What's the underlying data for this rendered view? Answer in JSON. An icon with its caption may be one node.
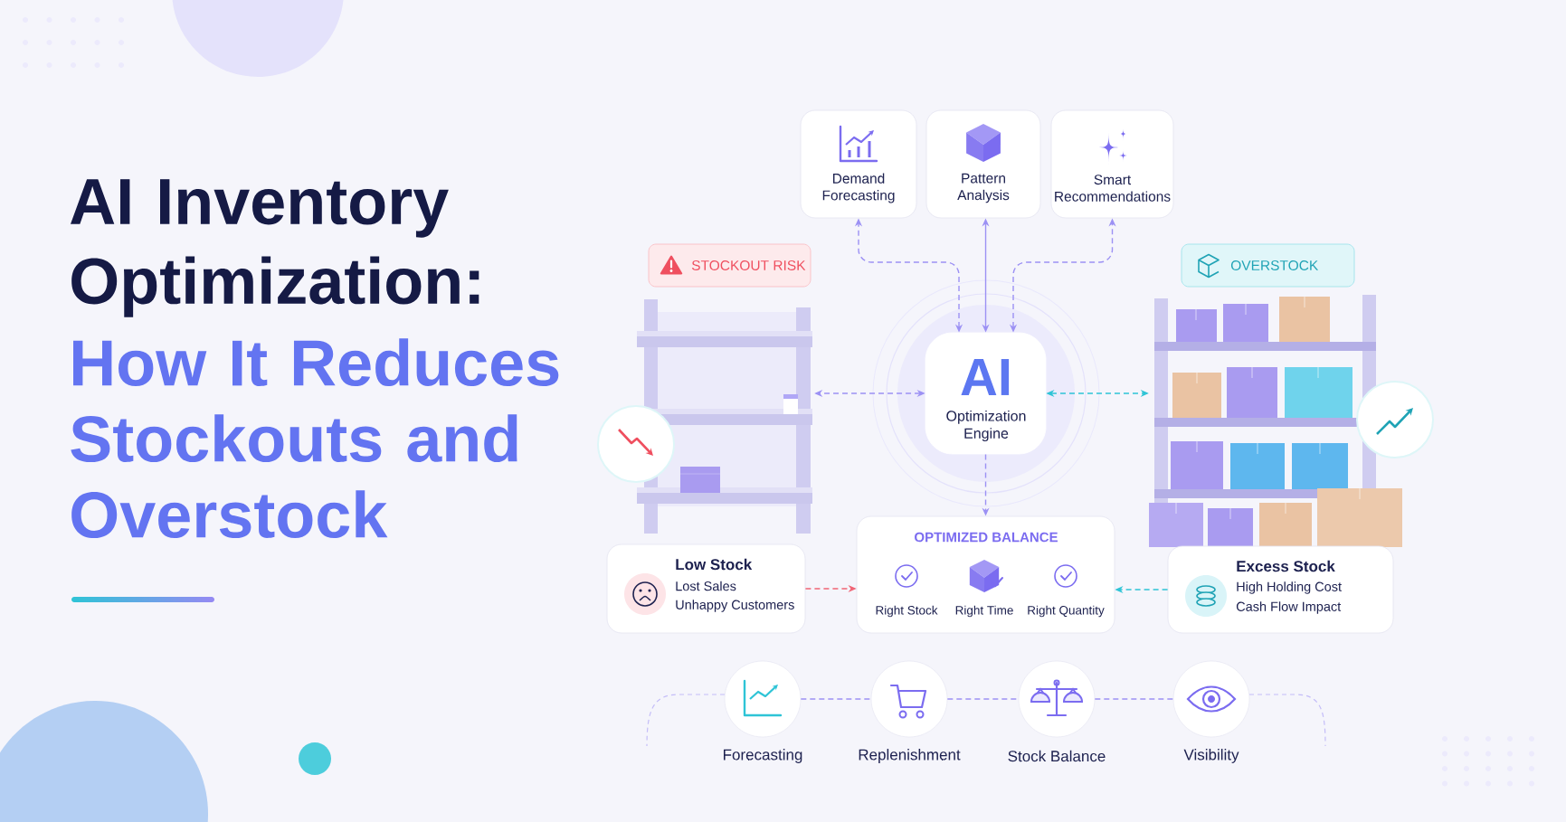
{
  "diagram": {
    "title": "AI Inventory Optimization:",
    "nodes": [
      {
        "text": [
          "Demand Forecasting"
        ]
      },
      {
        "text": [
          "Pattern Analysis"
        ]
      },
      {
        "text": [
          "Smart Recommendations"
        ]
      },
      {
        "text": [
          "AI",
          "Optimization Engine"
        ]
      },
      {
        "text": [
          "STOCKOUT RISK"
        ]
      },
      {
        "text": [
          "OVERSTOCK"
        ]
      },
      {
        "text": [],
        "shape": "picture"
      },
      {
        "text": [],
        "shape": "picture"
      },
      {
        "text": [
          "Low Stock",
          "Lost Sales",
          "Unhappy Customers"
        ]
      },
      {
        "text": [
          "OPTIMIZED BALANCE",
          "Right Stock",
          "Right Time",
          "Right Quantity"
        ]
      },
      {
        "text": [
          "Excess Stock",
          "High Holding Cost",
          "Cash Flow Impact"
        ]
      },
      {
        "text": [
          "Forecasting"
        ]
      },
      {
        "text": [
          "Replenishment"
        ]
      },
      {
        "text": [
          "Stock Balance"
        ]
      },
      {
        "text": [
          "Visibility"
        ]
      }
    ],
    "edges": [
      {
        "from": 3,
        "to": 0,
        "arrow": "both",
        "style": "dashed"
      },
      {
        "from": 3,
        "to": 1,
        "arrow": "both"
      },
      {
        "from": 3,
        "to": 2,
        "arrow": "both",
        "style": "dashed"
      },
      {
        "from": 3,
        "to": 6,
        "arrow": "both",
        "style": "dashed"
      },
      {
        "from": 3,
        "to": 7,
        "arrow": "both",
        "style": "dashed",
        "color": "#2ec4d6"
      },
      {
        "from": 3,
        "to": 9,
        "arrow": "to",
        "style": "dashed"
      },
      {
        "from": 8,
        "to": 9,
        "arrow": "to",
        "style": "dashed",
        "color": "#f06474"
      },
      {
        "from": 10,
        "to": 9,
        "arrow": "to",
        "style": "dashed",
        "color": "#2ec4d6"
      },
      {
        "from": 11,
        "to": 12,
        "arrow": "none",
        "style": "dashed"
      },
      {
        "from": 12,
        "to": 13,
        "arrow": "none",
        "style": "dashed"
      },
      {
        "from": 13,
        "to": 14,
        "arrow": "none",
        "style": "dashed"
      }
    ],
    "labels": [
      "How It Reduces Stockouts and Overstock"
    ]
  }
}
